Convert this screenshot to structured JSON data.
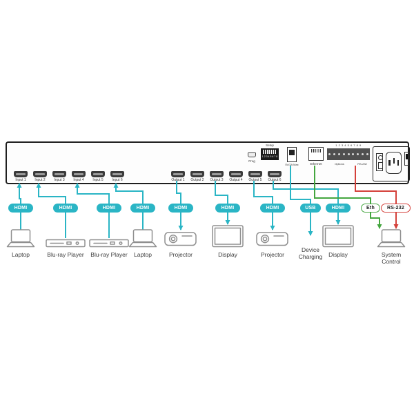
{
  "colors": {
    "hdmi": "#2ab5c5",
    "eth": "#44a63f",
    "rs232": "#d4403a"
  },
  "panel": {
    "input_labels": [
      "Input 1",
      "Input 2",
      "Input 3",
      "Input 4",
      "Input 5",
      "Input 6"
    ],
    "output_labels": [
      "Output 1",
      "Output 2",
      "Output 3",
      "Output 4",
      "Output 5",
      "Output 6"
    ],
    "prog_label": "Prog",
    "setup_label": "Setup",
    "dip_numbers": "1 2 3 4 5 6 7 8",
    "usb_label": "5V/2A Max",
    "ethernet_label": "Ethernet",
    "terminal_numbers": "1 2 3 4 5 6 7 8 9",
    "options_label": "Options",
    "rs232_label": "RS-232"
  },
  "badges": [
    "HDMI",
    "HDMI",
    "HDMI",
    "HDMI",
    "HDMI",
    "HDMI",
    "HDMI",
    "USB",
    "HDMI",
    "Eth",
    "RS-232"
  ],
  "devices": [
    "Laptop",
    "Blu-ray Player",
    "Blu-ray Player",
    "Laptop",
    "Projector",
    "Display",
    "Projector",
    "Device Charging",
    "Display",
    "System Control"
  ]
}
